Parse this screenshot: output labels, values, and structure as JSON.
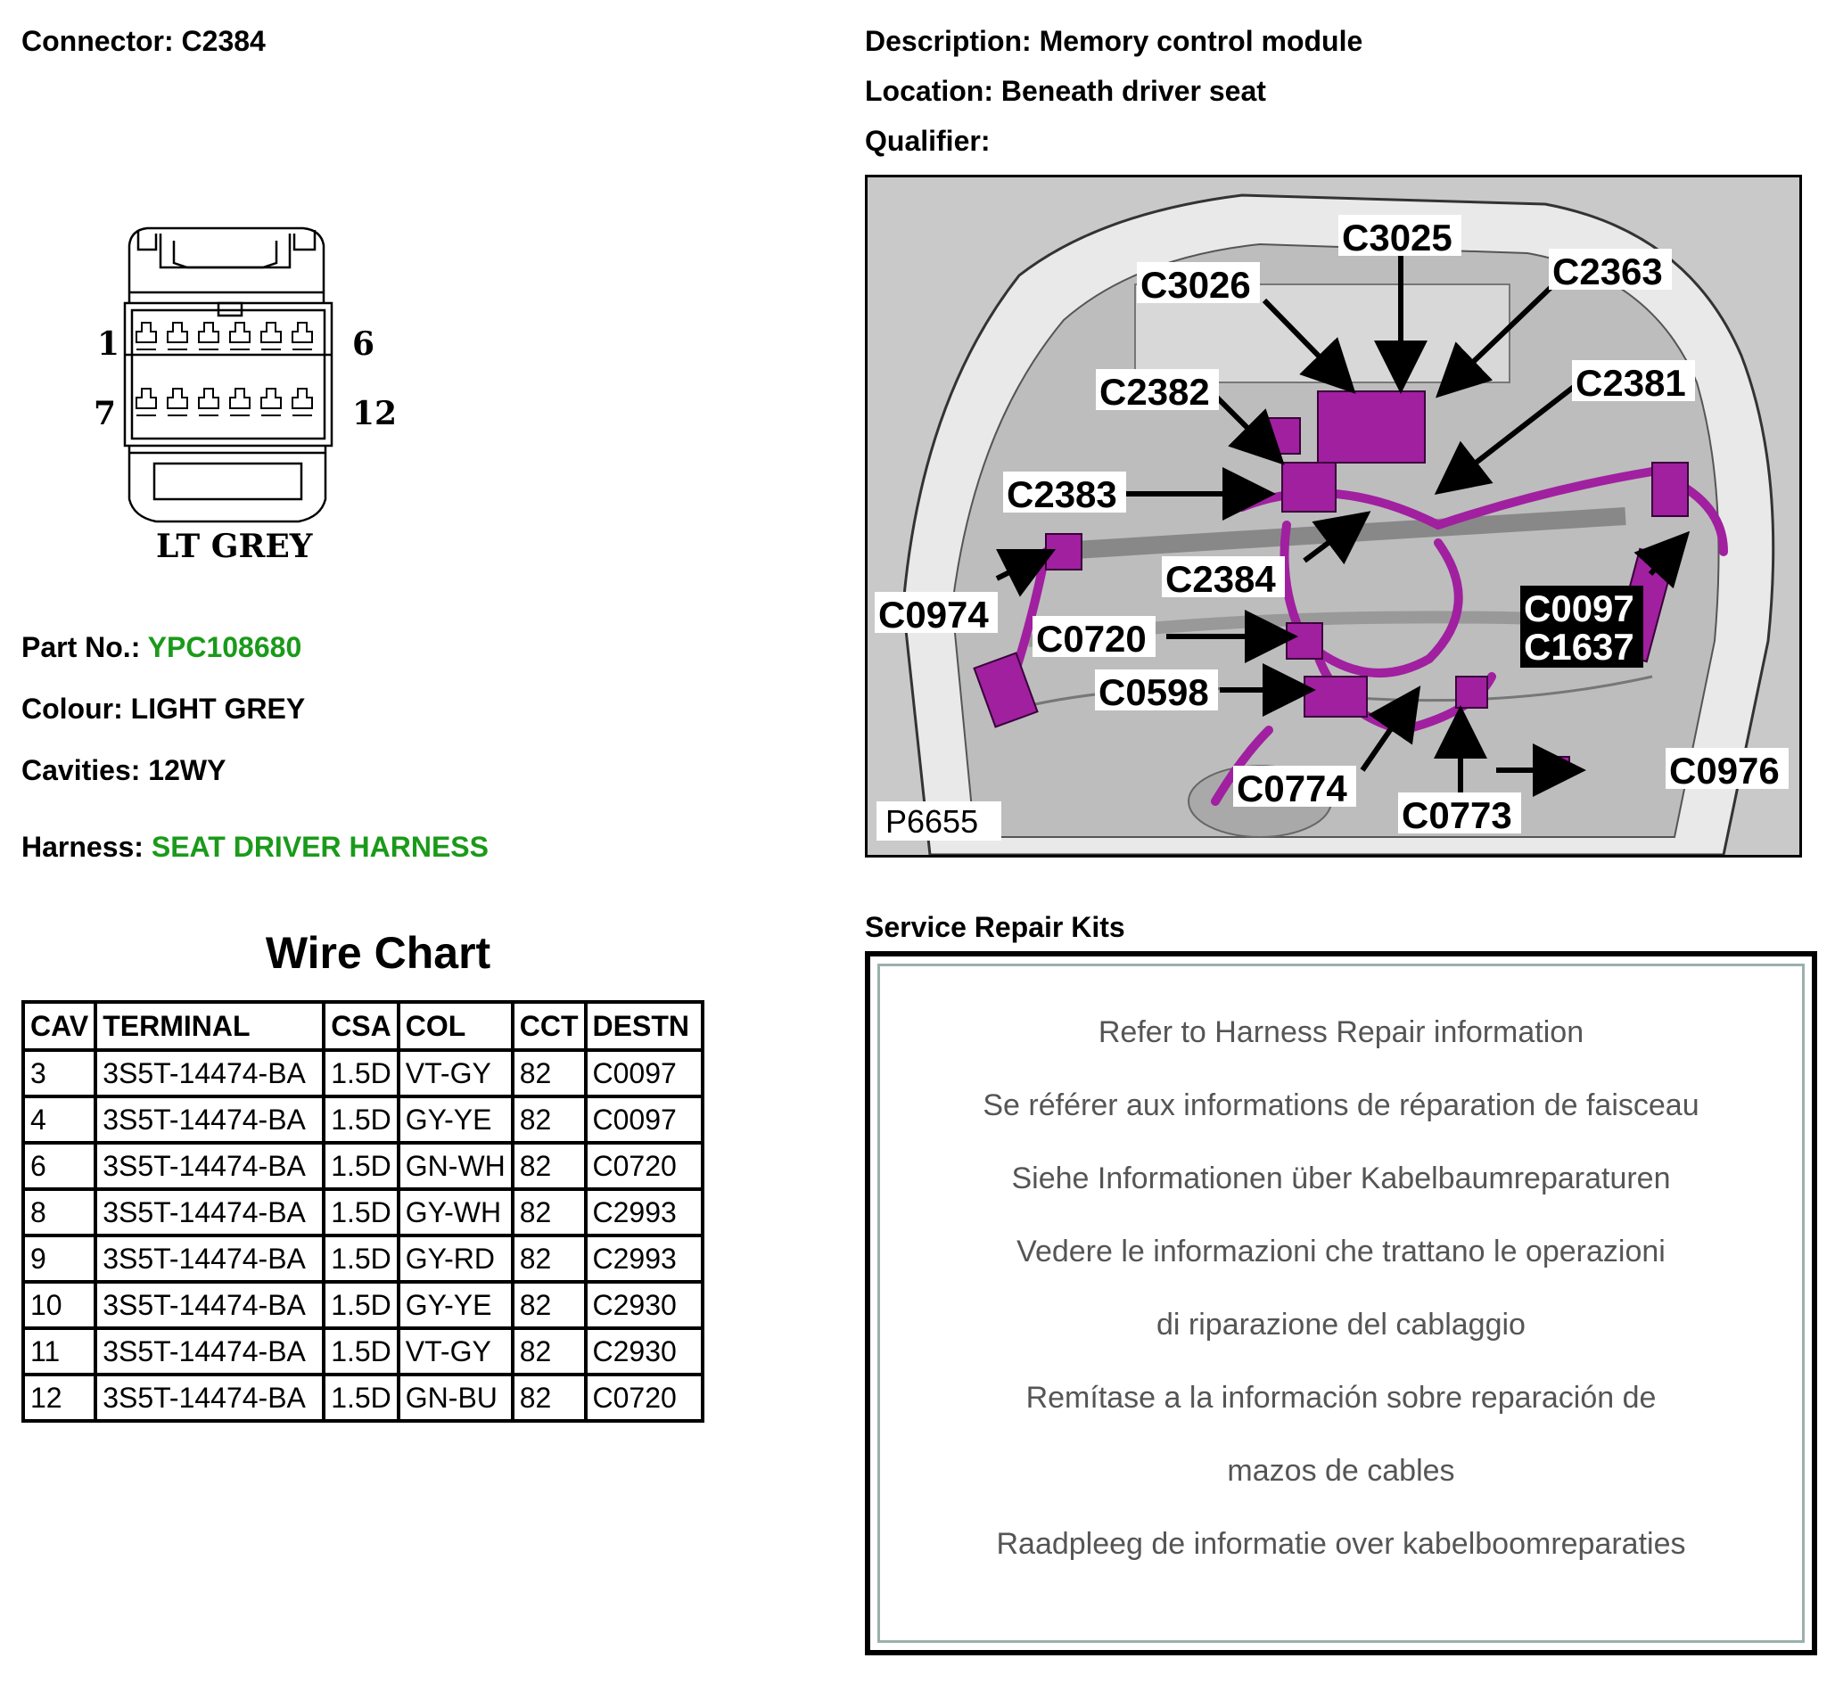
{
  "connector": {
    "label": "Connector:",
    "value": "C2384"
  },
  "description": {
    "label": "Description:",
    "value": "Memory control module"
  },
  "location": {
    "label": "Location:",
    "value": "Beneath driver seat"
  },
  "qualifier": {
    "label": "Qualifier:",
    "value": ""
  },
  "connector_drawing": {
    "pin_labels": [
      "1",
      "6",
      "7",
      "12"
    ],
    "colour_label": "LT GREY"
  },
  "part_no": {
    "label": "Part No.:",
    "value": "YPC108680"
  },
  "colour": {
    "label": "Colour:",
    "value": "LIGHT GREY"
  },
  "cavities": {
    "label": "Cavities:",
    "value": "12WY"
  },
  "harness": {
    "label": "Harness:",
    "value": "SEAT DRIVER HARNESS"
  },
  "accent_green": "#1a9a1a",
  "wire_chart": {
    "title": "Wire Chart",
    "headers": [
      "CAV",
      "TERMINAL",
      "CSA",
      "COL",
      "CCT",
      "DESTN"
    ],
    "rows": [
      [
        "3",
        "3S5T-14474-BA",
        "1.5D",
        "VT-GY",
        "82",
        "C0097"
      ],
      [
        "4",
        "3S5T-14474-BA",
        "1.5D",
        "GY-YE",
        "82",
        "C0097"
      ],
      [
        "6",
        "3S5T-14474-BA",
        "1.5D",
        "GN-WH",
        "82",
        "C0720"
      ],
      [
        "8",
        "3S5T-14474-BA",
        "1.5D",
        "GY-WH",
        "82",
        "C2993"
      ],
      [
        "9",
        "3S5T-14474-BA",
        "1.5D",
        "GY-RD",
        "82",
        "C2993"
      ],
      [
        "10",
        "3S5T-14474-BA",
        "1.5D",
        "GY-YE",
        "82",
        "C2930"
      ],
      [
        "11",
        "3S5T-14474-BA",
        "1.5D",
        "VT-GY",
        "82",
        "C2930"
      ],
      [
        "12",
        "3S5T-14474-BA",
        "1.5D",
        "GN-BU",
        "82",
        "C0720"
      ]
    ]
  },
  "location_image": {
    "labels": {
      "c3025": "C3025",
      "c3026": "C3026",
      "c2363": "C2363",
      "c2382": "C2382",
      "c2381": "C2381",
      "c2383": "C2383",
      "c2384": "C2384",
      "c0974": "C0974",
      "c0720": "C0720",
      "c0097": "C0097",
      "c1637": "C1637",
      "c0598": "C0598",
      "c0976": "C0976",
      "c0774": "C0774",
      "c0773": "C0773"
    },
    "figure_id": "P6655",
    "harness_color": "#a020a0"
  },
  "service_repair_kits": {
    "heading": "Service Repair Kits",
    "lines": [
      "Refer to Harness Repair information",
      "Se référer aux informations de réparation de faisceau",
      "Siehe Informationen über Kabelbaumreparaturen",
      "Vedere le informazioni che trattano le operazioni",
      "di riparazione del cablaggio",
      "Remítase a la información sobre reparación de",
      "mazos de cables",
      "Raadpleeg de informatie over kabelboomreparaties"
    ]
  }
}
